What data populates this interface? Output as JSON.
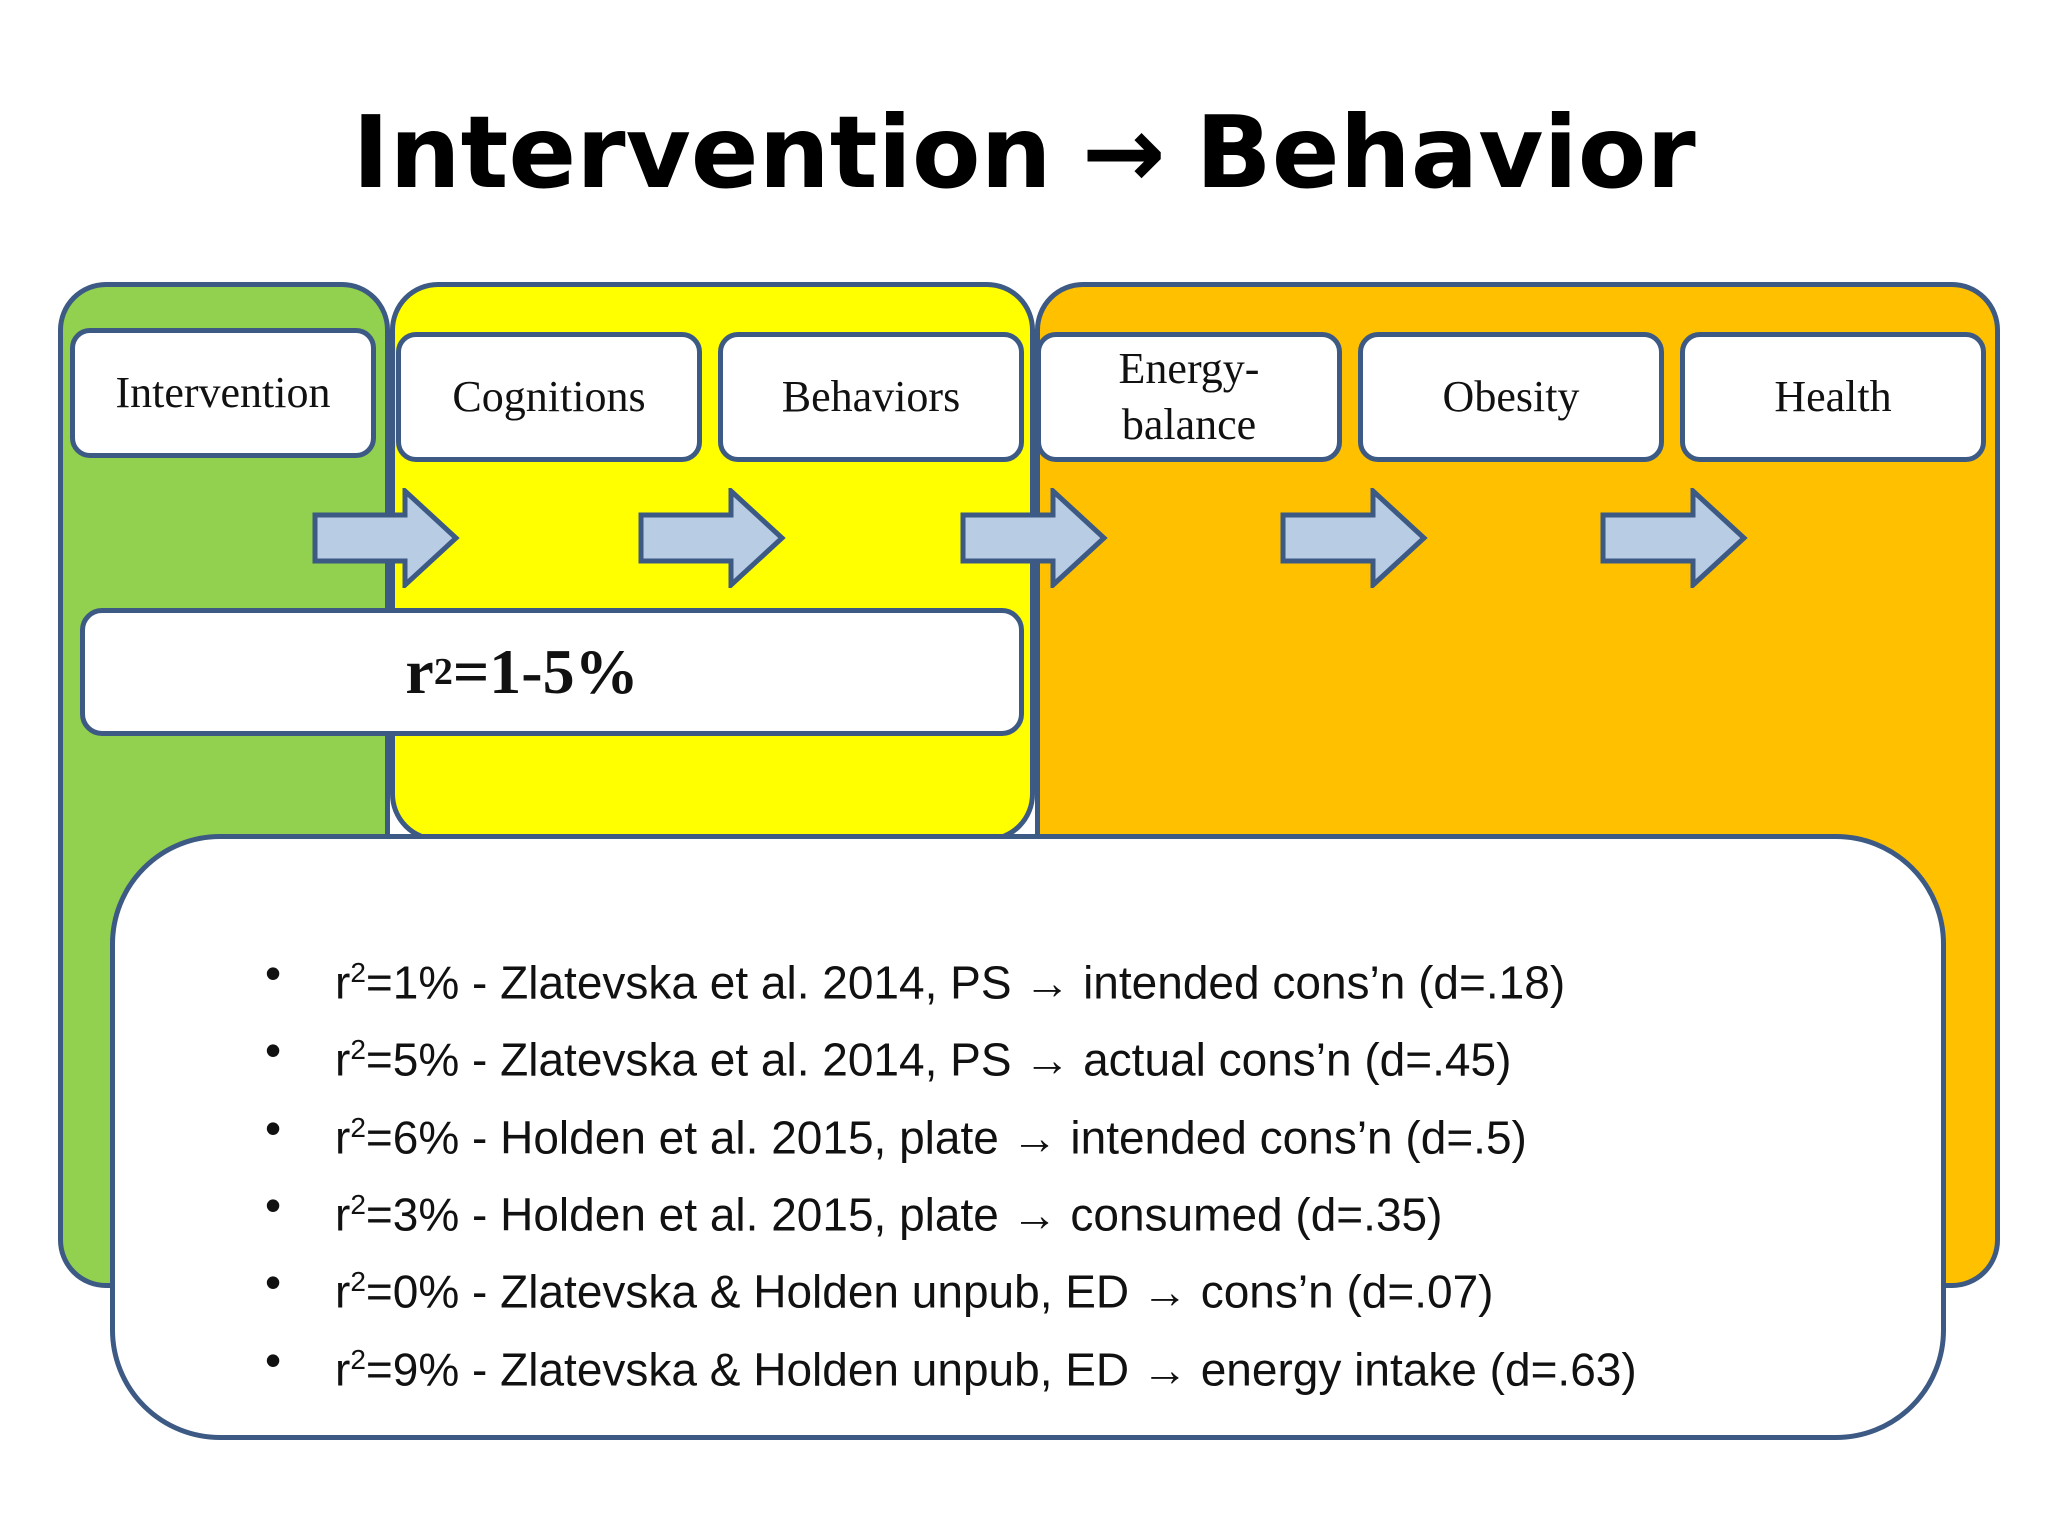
{
  "title": {
    "left": "Intervention",
    "arrow": "→",
    "right": "Behavior"
  },
  "colors": {
    "green_region": "#92d050",
    "yellow_region": "#ffff00",
    "orange_region": "#ffc000",
    "border": "#3c5a84",
    "arrow_fill": "#b8cce4"
  },
  "stages": [
    {
      "label": "Intervention"
    },
    {
      "label": "Cognitions"
    },
    {
      "label": "Behaviors"
    },
    {
      "label": "Energy-\nbalance"
    },
    {
      "label": "Obesity"
    },
    {
      "label": "Health"
    }
  ],
  "r2_summary": {
    "prefix": "r",
    "superscript": "2",
    "suffix": "=1-5%"
  },
  "findings": [
    {
      "prefix": "r",
      "sup": "2",
      "text": "=1% - Zlatevska et al. 2014, PS → intended cons’n (d=.18)"
    },
    {
      "prefix": "r",
      "sup": "2",
      "text": "=5% - Zlatevska et al. 2014, PS → actual cons’n (d=.45)"
    },
    {
      "prefix": "r",
      "sup": "2",
      "text": "=6% - Holden et al. 2015, plate → intended cons’n (d=.5)"
    },
    {
      "prefix": "r",
      "sup": "2",
      "text": "=3% - Holden et al. 2015, plate → consumed (d=.35)"
    },
    {
      "prefix": "r",
      "sup": "2",
      "text": "=0% - Zlatevska & Holden unpub, ED → cons’n (d=.07)"
    },
    {
      "prefix": "r",
      "sup": "2",
      "text": "=9% - Zlatevska & Holden unpub, ED → energy intake (d=.63)"
    }
  ],
  "bullet_char": "•"
}
